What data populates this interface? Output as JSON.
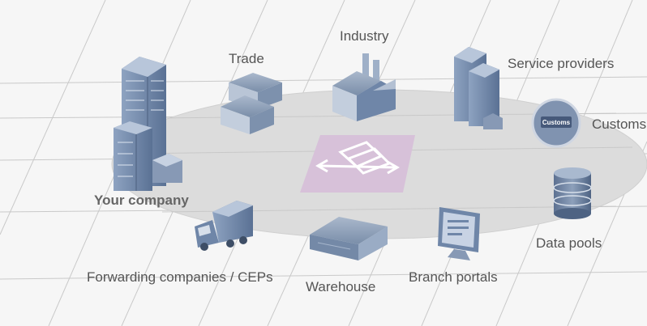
{
  "diagram": {
    "center_icon": "document-exchange-icon",
    "nodes": {
      "industry": "Industry",
      "trade": "Trade",
      "service_providers": "Service providers",
      "customs": "Customs",
      "customs_badge": "Customs",
      "data_pools": "Data pools",
      "branch_portals": "Branch portals",
      "warehouse": "Warehouse",
      "forwarding": "Forwarding companies / CEPs",
      "your_company": "Your company"
    },
    "colors": {
      "platform": "#dcdcdc",
      "center_tile": "#d7c1d9",
      "building": "#6f86a8"
    }
  }
}
